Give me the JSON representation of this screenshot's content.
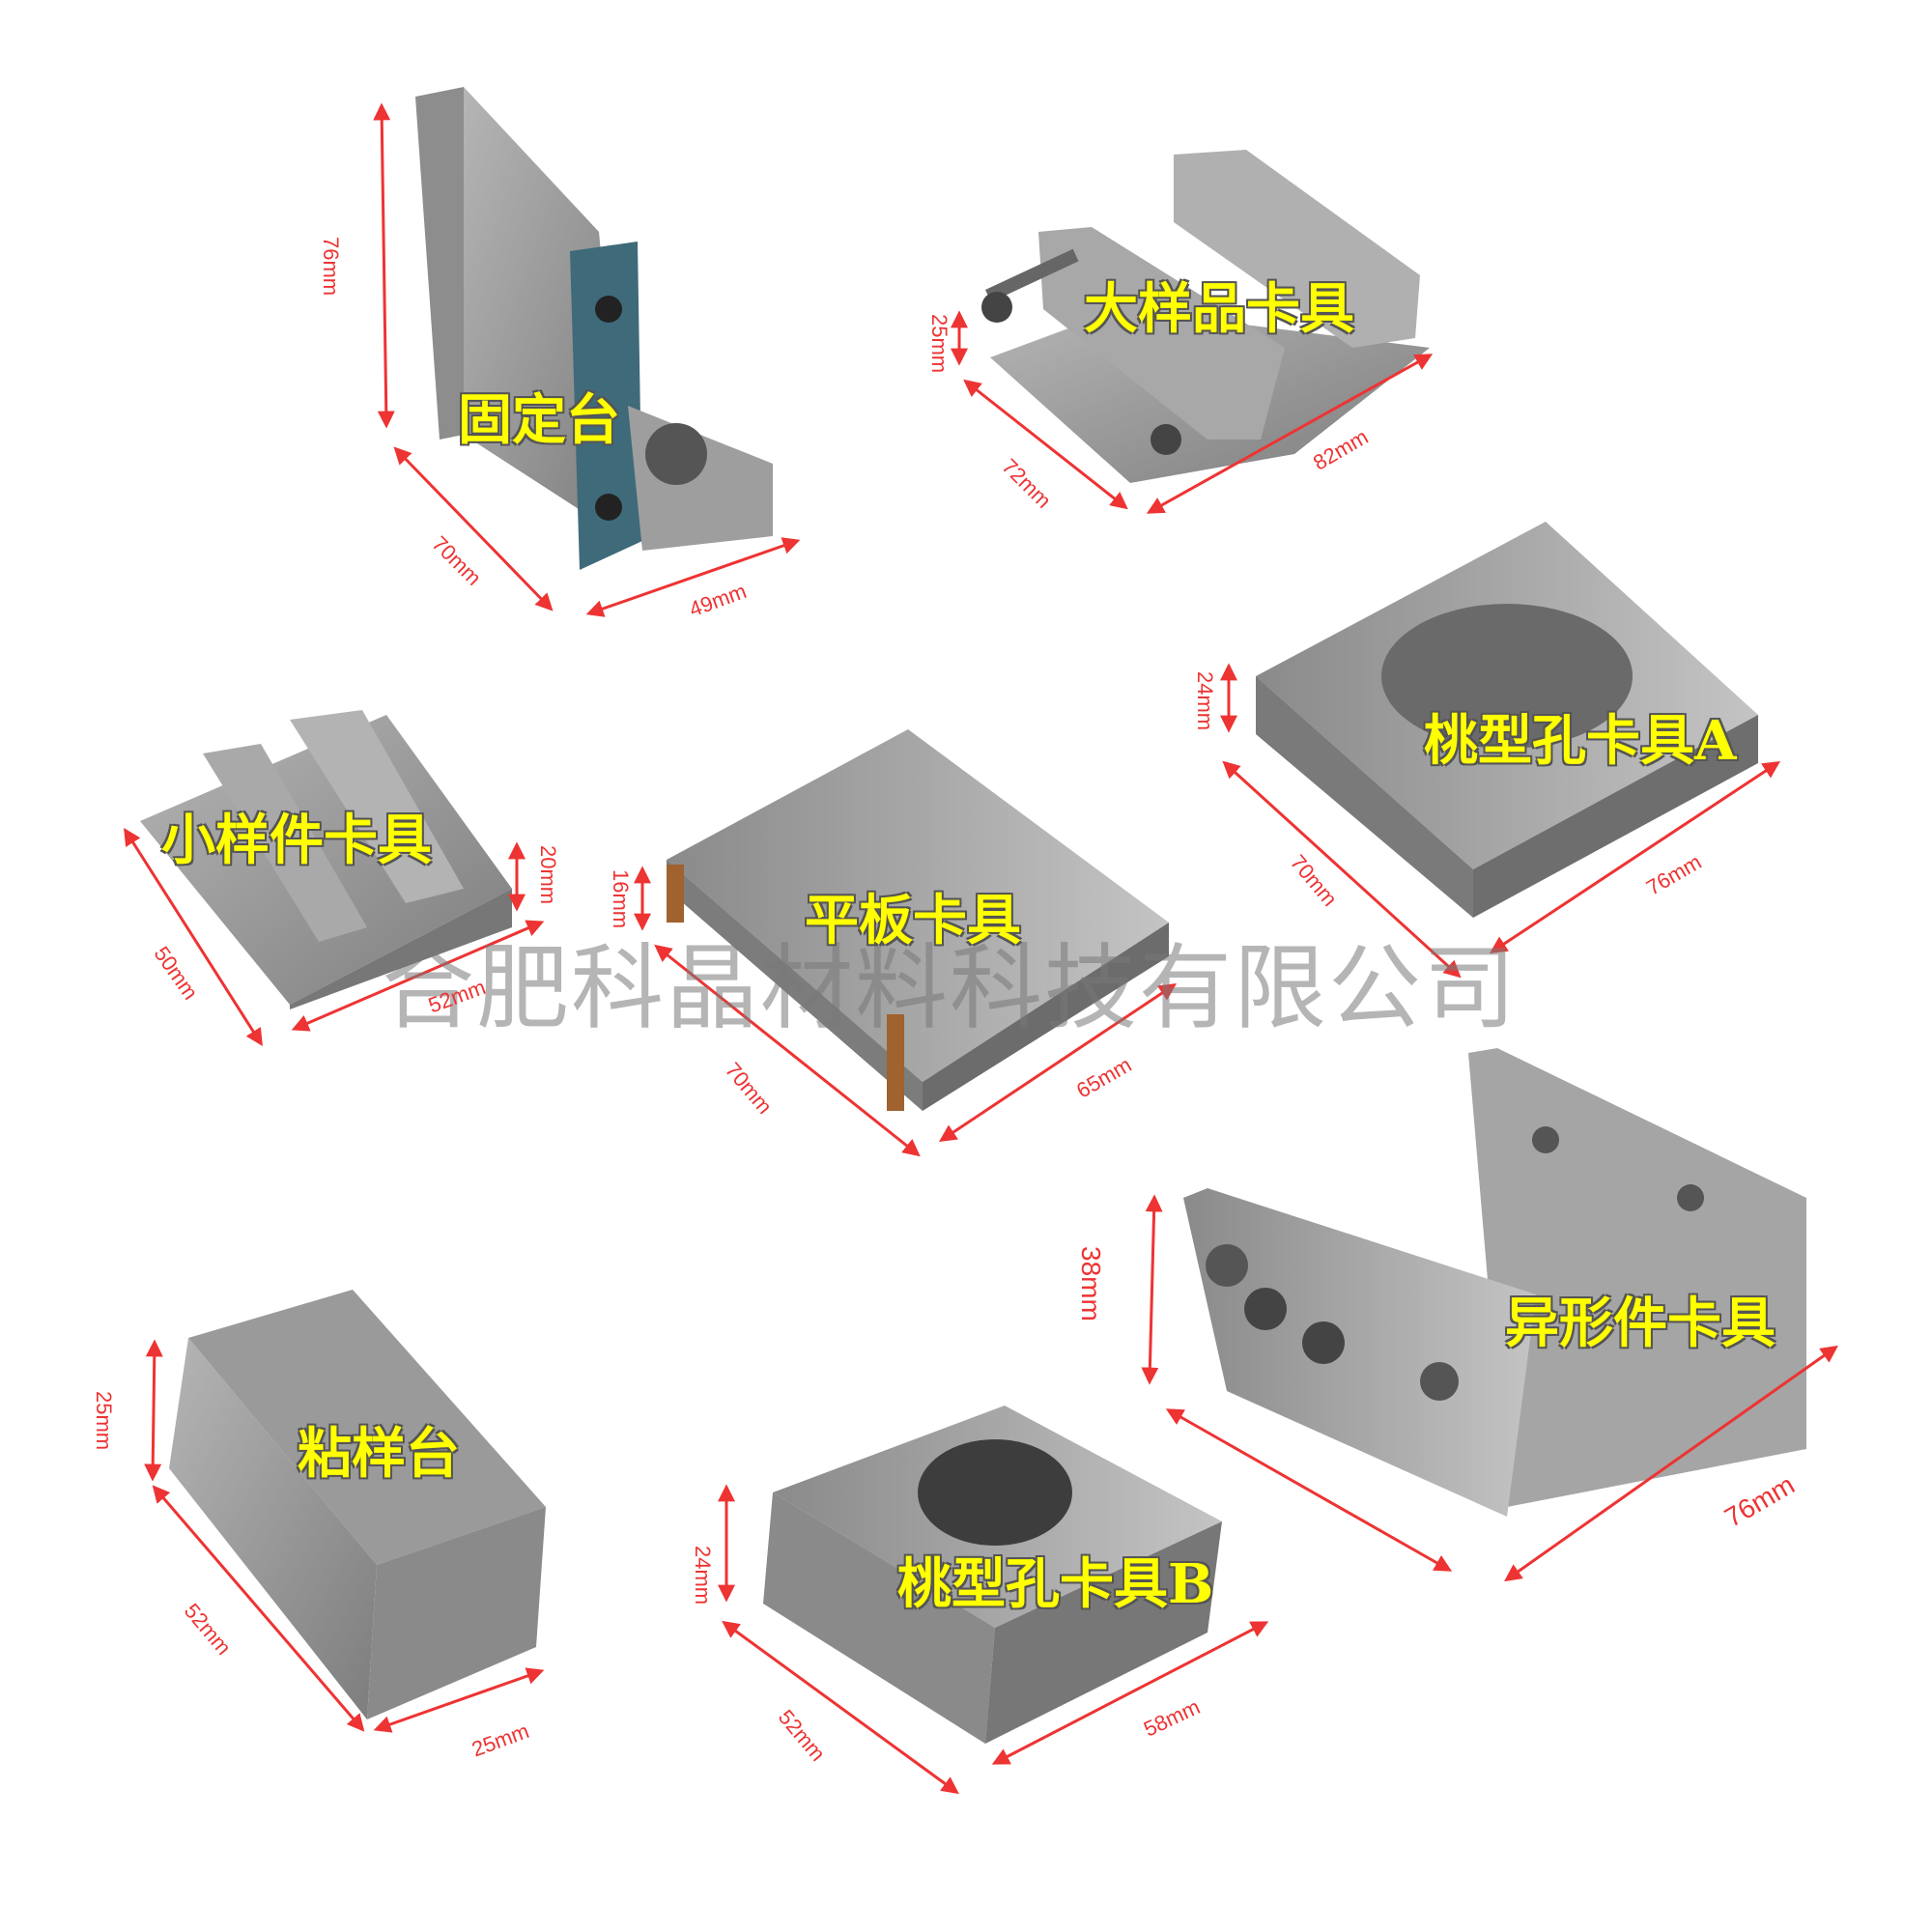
{
  "watermark": "合肥科晶材料科技有限公司",
  "colors": {
    "label": "#ffff00",
    "dimension": "#e33333",
    "metal": "#9a9a9a"
  },
  "products": [
    {
      "name": "固定台",
      "dims": [
        "76mm",
        "70mm",
        "49mm"
      ]
    },
    {
      "name": "大样品卡具",
      "dims": [
        "25mm",
        "72mm",
        "82mm"
      ]
    },
    {
      "name": "桃型孔卡具A",
      "dims": [
        "24mm",
        "70mm",
        "76mm"
      ]
    },
    {
      "name": "小样件卡具",
      "dims": [
        "20mm",
        "50mm",
        "52mm"
      ]
    },
    {
      "name": "平板卡具",
      "dims": [
        "16mm",
        "70mm",
        "65mm"
      ]
    },
    {
      "name": "异形件卡具",
      "dims": [
        "38mm",
        "76mm"
      ]
    },
    {
      "name": "粘样台",
      "dims": [
        "25mm",
        "52mm",
        "25mm"
      ]
    },
    {
      "name": "桃型孔卡具B",
      "dims": [
        "24mm",
        "52mm",
        "58mm"
      ]
    }
  ]
}
